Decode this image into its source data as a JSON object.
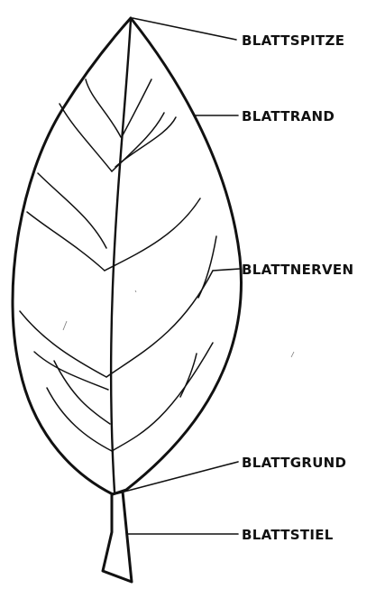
{
  "labels": {
    "tip": "BLATTSPITZE",
    "margin": "BLATTRAND",
    "veins": "BLATTNERVEN",
    "base": "BLATTGRUND",
    "stalk": "BLATTSTIEL"
  },
  "colors": {
    "ink": "#111111",
    "paper": "#ffffff"
  }
}
